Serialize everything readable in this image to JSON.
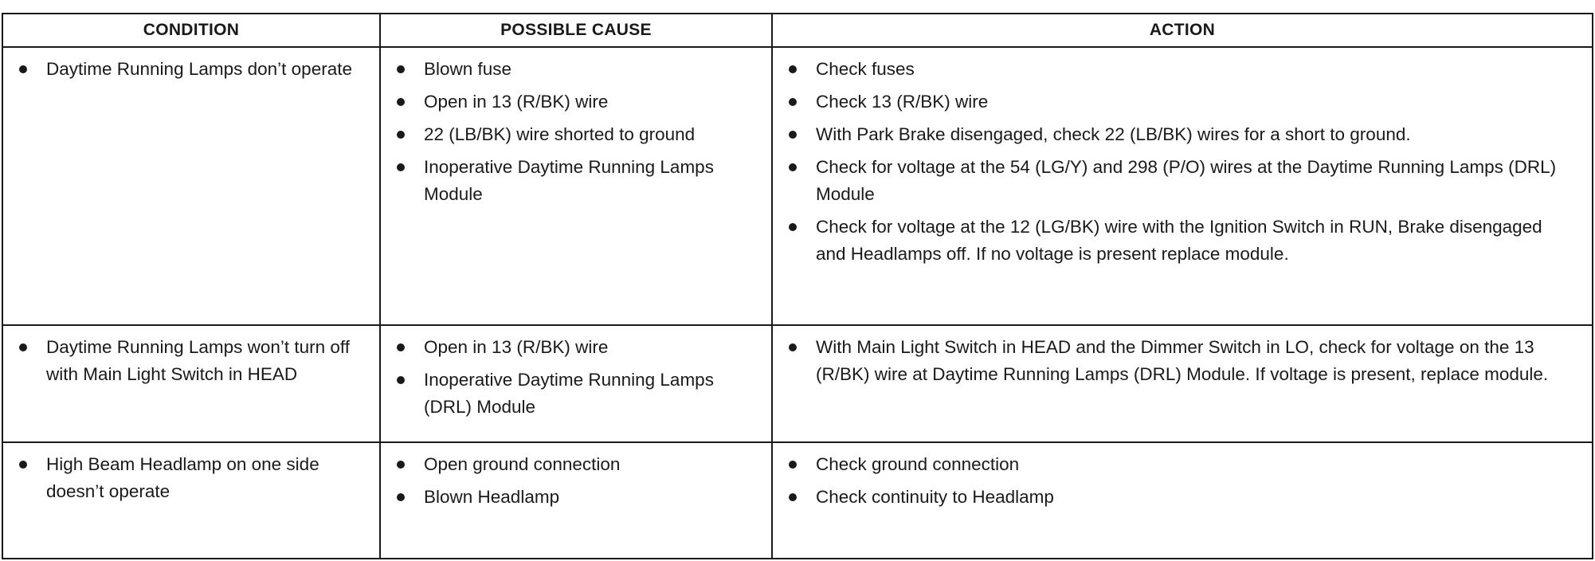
{
  "headers": {
    "condition": "CONDITION",
    "cause": "POSSIBLE CAUSE",
    "action": "ACTION"
  },
  "rows": [
    {
      "condition": [
        "Daytime Running Lamps don’t operate"
      ],
      "cause": [
        "Blown fuse",
        "Open in 13 (R/BK) wire",
        "22 (LB/BK) wire shorted to ground",
        "Inoperative Daytime Running Lamps Module"
      ],
      "action": [
        "Check fuses",
        "Check 13 (R/BK) wire",
        "With Park Brake disengaged, check 22 (LB/BK) wires for a short to ground.",
        "Check for voltage at the 54 (LG/Y) and 298 (P/O) wires at the Daytime Running Lamps (DRL) Module",
        "Check for voltage at the 12 (LG/BK) wire with the Ignition Switch in RUN, Brake disengaged and Headlamps off. If no voltage is present replace module."
      ]
    },
    {
      "condition": [
        "Daytime Running Lamps won’t turn off with Main Light Switch in HEAD"
      ],
      "cause": [
        "Open in 13 (R/BK) wire",
        "Inoperative Daytime Running Lamps (DRL) Module"
      ],
      "action": [
        "With Main Light Switch in HEAD and the Dimmer Switch in LO, check for voltage on the 13 (R/BK) wire at Daytime Running Lamps (DRL) Module. If voltage is present, replace module."
      ]
    },
    {
      "condition": [
        "High Beam Headlamp on one side doesn’t operate"
      ],
      "cause": [
        "Open ground connection",
        "Blown Headlamp"
      ],
      "action": [
        "Check ground connection",
        "Check continuity to Headlamp"
      ]
    }
  ]
}
